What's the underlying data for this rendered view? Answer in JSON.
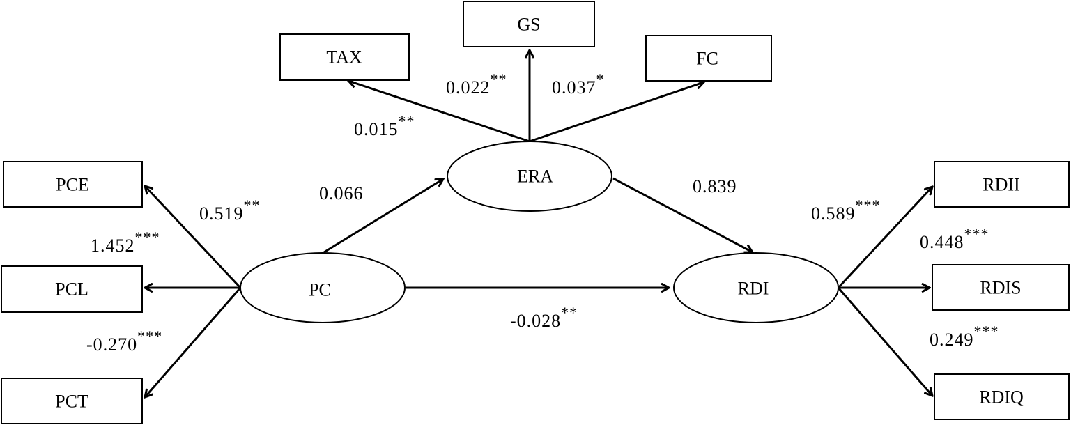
{
  "colors": {
    "stroke": "#000000",
    "background": "#ffffff"
  },
  "nodes": {
    "gs": "GS",
    "tax": "TAX",
    "fc": "FC",
    "era": "ERA",
    "pce": "PCE",
    "pcl": "PCL",
    "pct": "PCT",
    "pc": "PC",
    "rdi": "RDI",
    "rdii": "RDII",
    "rdis": "RDIS",
    "rdiq": "RDIQ"
  },
  "coefficients": {
    "era_tax": {
      "value": "0.015",
      "stars": "**"
    },
    "era_gs": {
      "value": "0.022",
      "stars": "**"
    },
    "era_fc": {
      "value": "0.037",
      "stars": "*"
    },
    "pc_era": {
      "value": "0.066",
      "stars": ""
    },
    "era_rdi": {
      "value": "0.839",
      "stars": ""
    },
    "pc_pce": {
      "value": "0.519",
      "stars": "**"
    },
    "pc_pcl": {
      "value": "1.452",
      "stars": "***"
    },
    "pc_pct": {
      "value": "-0.270",
      "stars": "***"
    },
    "pc_rdi": {
      "value": "-0.028",
      "stars": "**"
    },
    "rdi_rdii": {
      "value": "0.589",
      "stars": "***"
    },
    "rdi_rdis": {
      "value": "0.448",
      "stars": "***"
    },
    "rdi_rdiq": {
      "value": "0.249",
      "stars": "***"
    }
  }
}
